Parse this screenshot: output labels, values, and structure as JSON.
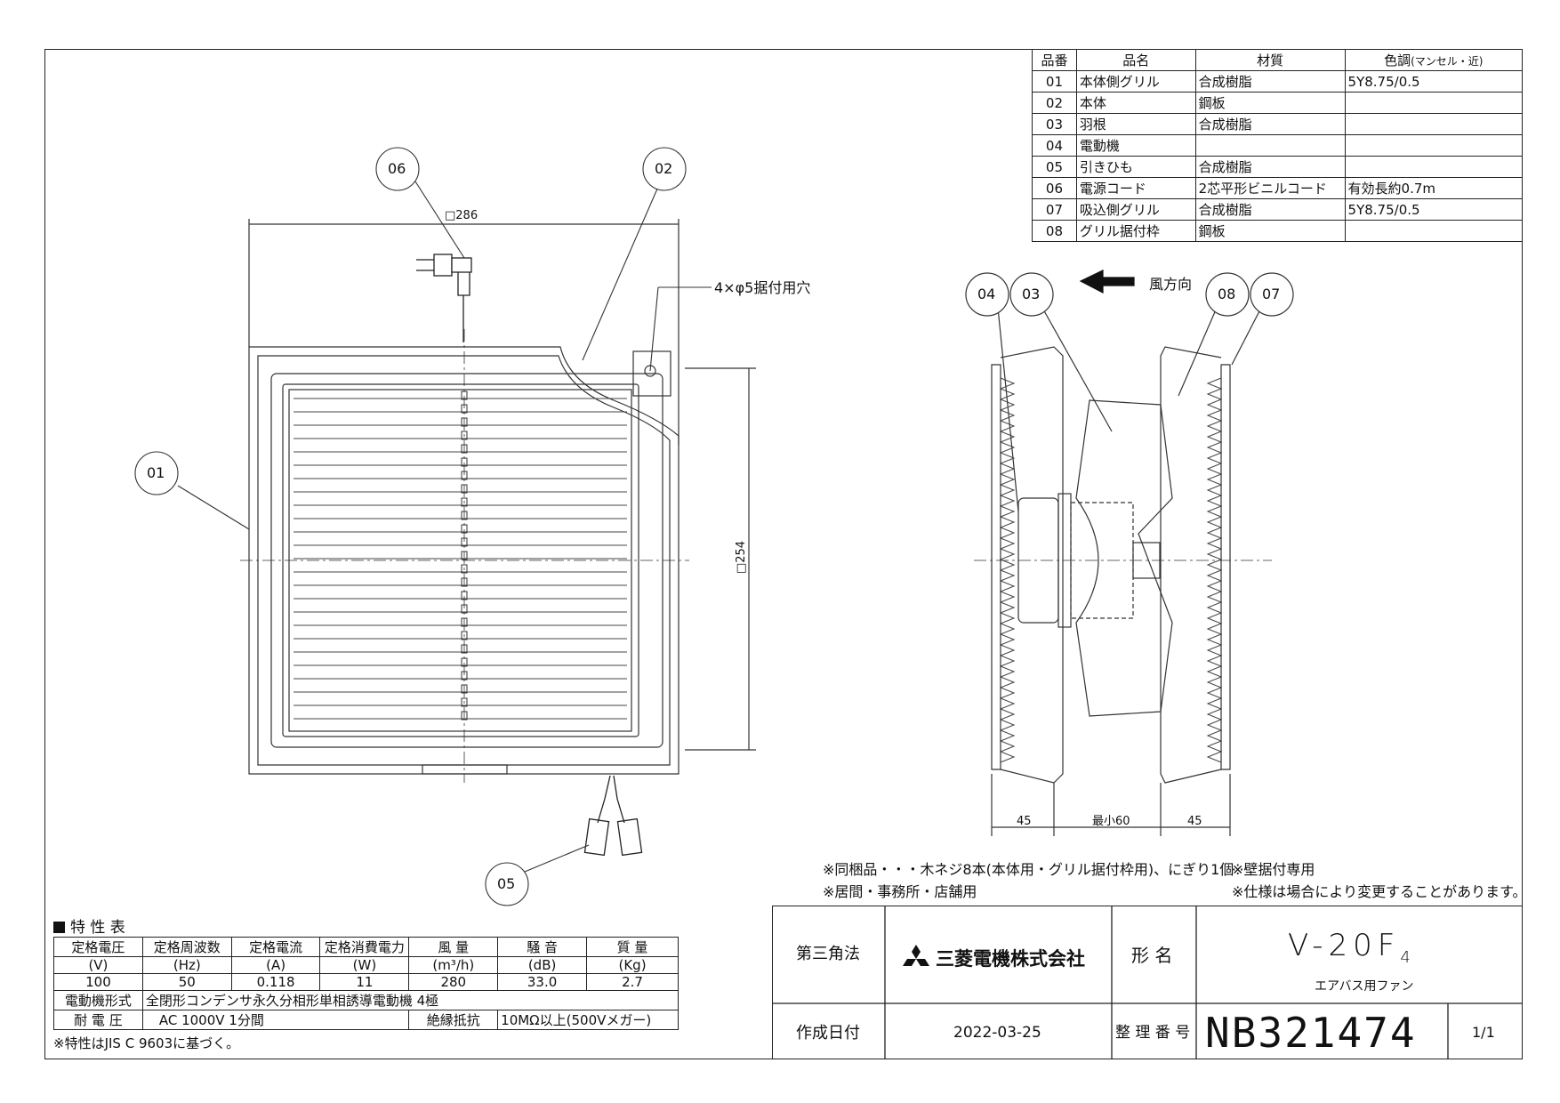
{
  "parts_table": {
    "headers": [
      "品番",
      "品名",
      "材質",
      "色調"
    ],
    "color_header_note": "(マンセル・近)",
    "rows": [
      {
        "no": "01",
        "name": "本体側グリル",
        "material": "合成樹脂",
        "color": "5Y8.75/0.5"
      },
      {
        "no": "02",
        "name": "本体",
        "material": "鋼板",
        "color": ""
      },
      {
        "no": "03",
        "name": "羽根",
        "material": "合成樹脂",
        "color": ""
      },
      {
        "no": "04",
        "name": "電動機",
        "material": "",
        "color": ""
      },
      {
        "no": "05",
        "name": "引きひも",
        "material": "合成樹脂",
        "color": ""
      },
      {
        "no": "06",
        "name": "電源コード",
        "material": "2芯平形ビニルコード",
        "color": "有効長約0.7m"
      },
      {
        "no": "07",
        "name": "吸込側グリル",
        "material": "合成樹脂",
        "color": "5Y8.75/0.5"
      },
      {
        "no": "08",
        "name": "グリル据付枠",
        "material": "鋼板",
        "color": ""
      }
    ]
  },
  "front_view": {
    "dim_width": "□286",
    "dim_height": "□254",
    "hole_note": "4×φ5据付用穴",
    "callouts": [
      "06",
      "02",
      "01",
      "05"
    ]
  },
  "side_view": {
    "wind_label": "風方向",
    "callouts": [
      "04",
      "03",
      "08",
      "07"
    ],
    "dim_left": "45",
    "dim_mid": "最小60",
    "dim_right": "45"
  },
  "notes": {
    "accessories": "※同梱品・・・木ネジ8本(本体用・グリル据付枠用)、にぎり1個",
    "wall_mount": "※壁据付専用",
    "usage": "※居間・事務所・店舗用",
    "spec_change": "※仕様は場合により変更することがあります。"
  },
  "spec_table": {
    "title": "特 性 表",
    "headers": [
      "定格電圧",
      "定格周波数",
      "定格電流",
      "定格消費電力",
      "風 量",
      "騒 音",
      "質 量"
    ],
    "units": [
      "(V)",
      "(Hz)",
      "(A)",
      "(W)",
      "(m³/h)",
      "(dB)",
      "(Kg)"
    ],
    "values": [
      "100",
      "50",
      "0.118",
      "11",
      "280",
      "33.0",
      "2.7"
    ],
    "motor_label": "電動機形式",
    "motor_value": "全閉形コンデンサ永久分相形単相誘導電動機 4極",
    "voltage_label": "耐 電 圧",
    "voltage_value": "AC 1000V 1分間",
    "insulation_label": "絶縁抵抗",
    "insulation_value": "10MΩ以上(500Vメガー)",
    "footnote": "※特性はJIS C 9603に基づく。"
  },
  "title_block": {
    "projection": "第三角法",
    "company": "三菱電機株式会社",
    "model_label": "形 名",
    "model": "V-20F",
    "model_sub": "4",
    "product": "エアバス用ファン",
    "date_label": "作成日付",
    "date": "2022-03-25",
    "number_label": "整 理 番 号",
    "number": "NB321474",
    "page": "1/1"
  }
}
